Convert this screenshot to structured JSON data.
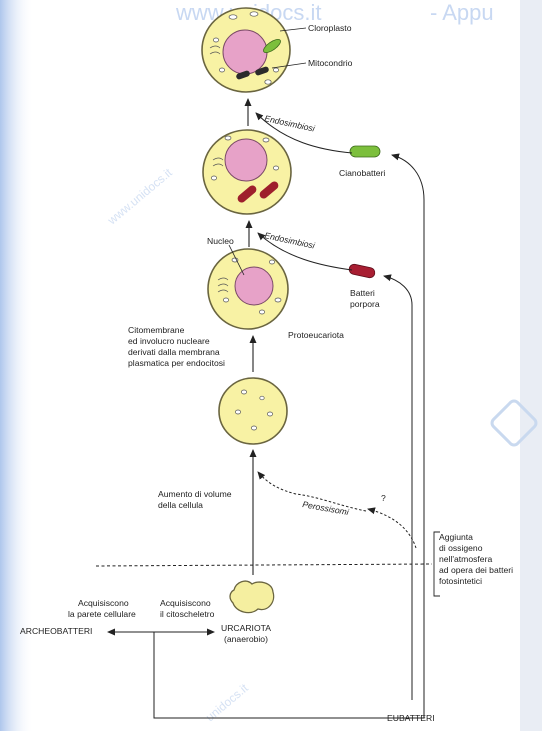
{
  "watermark": {
    "header_left": "www.unidocs.it",
    "header_right": "- Appu",
    "diagonal": "www.unidocs.it",
    "bottom": "unidocs.it"
  },
  "labels": {
    "cloroplasto": "Cloroplasto",
    "mitocondrio": "Mitocondrio",
    "endosimbiosi_1": "Endosimbiosi",
    "cianobatteri": "Cianobatteri",
    "endosimbiosi_2": "Endosimbiosi",
    "nucleo": "Nucleo",
    "batteri_porpora": [
      "Batteri",
      "porpora"
    ],
    "protoeucariota": "Protoeucariota",
    "citomembrane": [
      "Citomembrane",
      "ed involucro nucleare",
      "derivati dalla membrana",
      "plasmatica per endocitosi"
    ],
    "aumento_volume": [
      "Aumento di volume",
      "della cellula"
    ],
    "perossisomi": "Perossisomi",
    "question": "?",
    "aggiunta_ossigeno": [
      "Aggiunta",
      "di ossigeno",
      "nell'atmosfera",
      "ad opera dei batteri",
      "fotosintetici"
    ],
    "acquisiscono_parete": [
      "Acquisiscono",
      "la parete cellulare"
    ],
    "acquisiscono_citoscheletro": [
      "Acquisiscono",
      "il citoscheletro"
    ],
    "archeobatteri": "ARCHEOBATTERI",
    "urcariota": "URCARIOTA",
    "anaerobio": "(anaerobio)",
    "eubatteri": "EUBATTERI"
  },
  "colors": {
    "cell_fill": "#f8f2a4",
    "cell_stroke": "#6a6540",
    "nucleus": "#e7a2c8",
    "mitochondrion": "#9e1f2c",
    "chloroplast": "#7cbf3c",
    "purple_bacterium": "#a81e32",
    "urcariota": "#f5efa0",
    "blue_edge": "#b9cdee"
  }
}
